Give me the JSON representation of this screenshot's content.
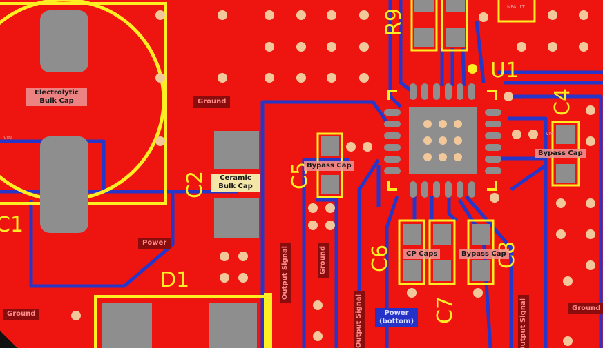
{
  "colors": {
    "copper": "#ee1410",
    "trace": "#2636c8",
    "silkscreen": "#ffee22",
    "pad": "#8e8e8e",
    "via": "#f2c89a",
    "label_dark": "#8a0c0c",
    "label_light": "#eb9696"
  },
  "components": {
    "c1": {
      "ref": "C1",
      "label": "Electrolytic Bulk Cap",
      "net": "VIN"
    },
    "c2": {
      "ref": "C2",
      "label": "Ceramic Bulk Cap"
    },
    "c4": {
      "ref": "C4",
      "label": "Bypass Cap"
    },
    "c5": {
      "ref": "C5",
      "label": "Bypass Cap"
    },
    "c6": {
      "ref": "C6"
    },
    "c7": {
      "ref": "C7",
      "label": "CP Caps"
    },
    "c8": {
      "ref": "C8",
      "label": "Bypass Cap"
    },
    "d1": {
      "ref": "D1"
    },
    "r9": {
      "ref": "R9"
    },
    "u1": {
      "ref": "U1"
    },
    "nfault": {
      "label": "NFAULT"
    },
    "vm_net": {
      "label": "VM"
    }
  },
  "net_labels": {
    "ground_1": "Ground",
    "ground_2": "Ground",
    "ground_3": "Ground",
    "ground_4": "Ground",
    "power": "Power",
    "power_bottom": "Power\n(bottom)",
    "output_signal_1": "Output Signal",
    "output_signal_2": "Output Signal",
    "output_signal_3": "Output Signal"
  }
}
